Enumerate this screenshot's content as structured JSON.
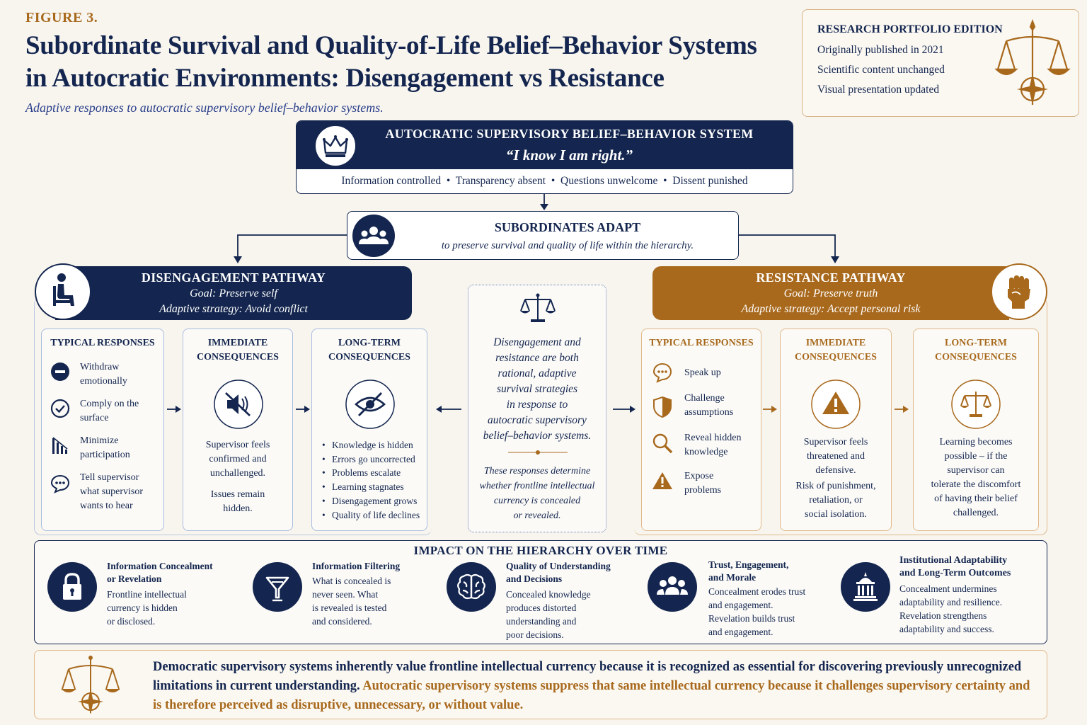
{
  "header": {
    "figure_label": "FIGURE 3.",
    "title_line1": "Subordinate Survival and Quality-of-Life Belief–Behavior Systems",
    "title_line2": "in Autocratic Environments: Disengagement vs Resistance",
    "subtitle": "Adaptive responses to autocratic supervisory belief–behavior systems."
  },
  "portfolio": {
    "heading": "RESEARCH PORTFOLIO EDITION",
    "lines": [
      "Originally published in 2021",
      "Scientific content unchanged",
      "Visual presentation updated"
    ]
  },
  "autocratic": {
    "title": "AUTOCRATIC SUPERVISORY BELIEF–BEHAVIOR SYSTEM",
    "quote": "“I know I am right.”",
    "items": [
      "Information controlled",
      "Transparency absent",
      "Questions unwelcome",
      "Dissent punished"
    ]
  },
  "adapt": {
    "title": "SUBORDINATES ADAPT",
    "subtitle": "to preserve survival and quality of life within the hierarchy."
  },
  "disengagement": {
    "title": "DISENGAGEMENT PATHWAY",
    "goal": "Goal: Preserve self",
    "strategy": "Adaptive strategy: Avoid conflict",
    "typical_title": "TYPICAL RESPONSES",
    "responses": [
      {
        "line1": "Withdraw",
        "line2": "emotionally"
      },
      {
        "line1": "Comply on the",
        "line2": "surface"
      },
      {
        "line1": "Minimize",
        "line2": "participation"
      },
      {
        "line1": "Tell supervisor",
        "line2": "what supervisor",
        "line3": "wants to hear"
      }
    ],
    "immediate_title_1": "IMMEDIATE",
    "immediate_title_2": "CONSEQUENCES",
    "immediate_text": [
      "Supervisor feels",
      "confirmed and",
      "unchallenged."
    ],
    "immediate_text2": [
      "Issues remain",
      "hidden."
    ],
    "longterm_title_1": "LONG-TERM",
    "longterm_title_2": "CONSEQUENCES",
    "longterm_bullets": [
      "Knowledge is hidden",
      "Errors go uncorrected",
      "Problems escalate",
      "Learning stagnates",
      "Disengagement grows",
      "Quality of life declines"
    ]
  },
  "center": {
    "text": [
      "Disengagement and",
      "resistance are both",
      "rational, adaptive",
      "survival strategies",
      "in response to",
      "autocratic supervisory",
      "belief–behavior systems."
    ],
    "text2": [
      "These responses determine",
      "whether frontline intellectual",
      "currency is concealed",
      "or revealed."
    ]
  },
  "resistance": {
    "title": "RESISTANCE PATHWAY",
    "goal": "Goal: Preserve truth",
    "strategy": "Adaptive strategy: Accept personal risk",
    "typical_title": "TYPICAL RESPONSES",
    "responses": [
      {
        "line1": "Speak up",
        "line2": ""
      },
      {
        "line1": "Challenge",
        "line2": "assumptions"
      },
      {
        "line1": "Reveal hidden",
        "line2": "knowledge"
      },
      {
        "line1": "Expose",
        "line2": "problems"
      }
    ],
    "immediate_title_1": "IMMEDIATE",
    "immediate_title_2": "CONSEQUENCES",
    "immediate_text": [
      "Supervisor feels",
      "threatened and",
      "defensive."
    ],
    "immediate_text2": [
      "Risk of punishment,",
      "retaliation, or",
      "social isolation."
    ],
    "longterm_title_1": "LONG-TERM",
    "longterm_title_2": "CONSEQUENCES",
    "longterm_text": [
      "Learning becomes",
      "possible – if the",
      "supervisor can",
      "tolerate the discomfort",
      "of having their belief",
      "challenged."
    ]
  },
  "impact": {
    "title": "IMPACT ON THE HIERARCHY OVER TIME",
    "items": [
      {
        "title": [
          "Information Concealment",
          "or Revelation"
        ],
        "text": [
          "Frontline intellectual",
          "currency is hidden",
          "or disclosed."
        ]
      },
      {
        "title": [
          "Information Filtering"
        ],
        "text": [
          "What is concealed is",
          "never seen. What",
          "is revealed is tested",
          "and considered."
        ]
      },
      {
        "title": [
          "Quality of Understanding",
          "and Decisions"
        ],
        "text": [
          "Concealed knowledge",
          "produces distorted",
          "understanding and",
          "poor decisions."
        ]
      },
      {
        "title": [
          "Trust, Engagement,",
          "and Morale"
        ],
        "text": [
          "Concealment erodes trust",
          "and engagement.",
          "Revelation builds trust",
          "and engagement."
        ]
      },
      {
        "title": [
          "Institutional Adaptability",
          "and Long-Term Outcomes"
        ],
        "text": [
          "Concealment undermines",
          "adaptability and resilience.",
          "Revelation strengthens",
          "adaptability and success."
        ]
      }
    ]
  },
  "bottom": {
    "navy_part": "Democratic supervisory systems inherently value frontline intellectual currency because it is recognized as essential for discovering previously unrecognized limitations in current understanding.",
    "gold_part": "Autocratic supervisory systems suppress that same intellectual currency because it challenges supervisory certainty and is therefore perceived as disruptive, unnecessary, or without value."
  },
  "colors": {
    "navy": "#14264f",
    "gold": "#a8691d",
    "background": "#f8f5ef"
  }
}
